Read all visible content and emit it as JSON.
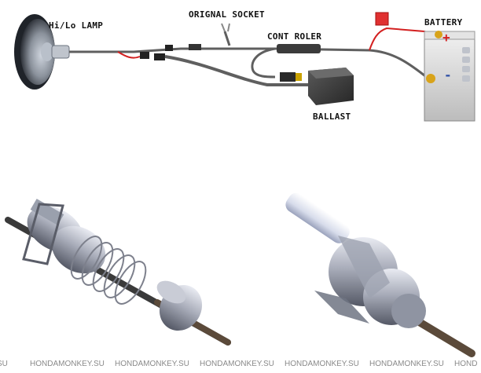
{
  "labels": {
    "lamp": "Hi/Lo LAMP",
    "socket": "ORIGNAL SOCKET",
    "controller": "CONT ROLER",
    "battery": "BATTERY",
    "ballast": "BALLAST"
  },
  "battery_symbols": {
    "positive": "+",
    "negative": "-"
  },
  "watermark": {
    "text": "HONDAMONKEY.SU",
    "repeats": [
      "SU",
      "HONDAMONKEY.SU",
      "HONDAMONKEY.SU",
      "HONDAMONKEY.SU",
      "HONDAMONKEY.SU",
      "HONDAMONKEY.SU",
      "HOND"
    ]
  },
  "colors": {
    "cable": "#5f5f5f",
    "red_wire": "#d32020",
    "fuse": "#e03030",
    "battery_body": "#d8d8d8",
    "module_dark": "#3b3b3b",
    "metal": "#a9adba",
    "bulb_glass": "#d7dceb"
  }
}
